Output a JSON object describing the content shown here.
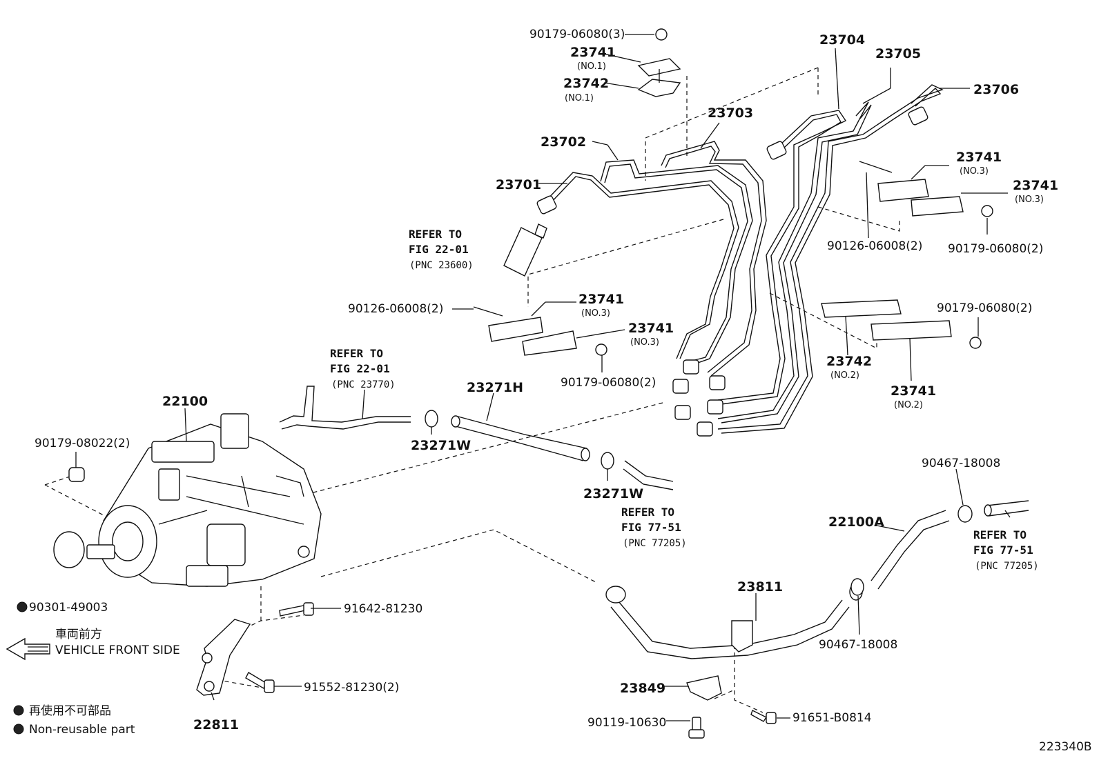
{
  "diagram": {
    "ref_code": "223340B",
    "front_direction": {
      "jp": "車両前方",
      "en": "VEHICLE FRONT SIDE"
    },
    "legend": {
      "jp": "再使用不可部品",
      "en": "Non-reusable part"
    },
    "parts": {
      "p90179_06080_3": "90179-06080(3)",
      "p23741_no1": "23741",
      "p23741_no1_sub": "(NO.1)",
      "p23742_no1": "23742",
      "p23742_no1_sub": "(NO.1)",
      "p23704": "23704",
      "p23705": "23705",
      "p23706": "23706",
      "p23703": "23703",
      "p23702": "23702",
      "p23701": "23701",
      "p23741_no3a": "23741",
      "p23741_no3a_sub": "(NO.3)",
      "p23741_no3b": "23741",
      "p23741_no3b_sub": "(NO.3)",
      "p90126_06008_right": "90126-06008(2)",
      "p90179_06080_right1": "90179-06080(2)",
      "p90126_06008_left": "90126-06008(2)",
      "p23741_no3c": "23741",
      "p23741_no3c_sub": "(NO.3)",
      "p23741_no3d": "23741",
      "p23741_no3d_sub": "(NO.3)",
      "p90179_06080_mid": "90179-06080(2)",
      "p90179_06080_right2": "90179-06080(2)",
      "p23742_no2": "23742",
      "p23742_no2_sub": "(NO.2)",
      "p23741_no2": "23741",
      "p23741_no2_sub": "(NO.2)",
      "p22100": "22100",
      "p90179_08022": "90179-08022(2)",
      "p23271h": "23271H",
      "p23271w_a": "23271W",
      "p23271w_b": "23271W",
      "p90467_18008_top": "90467-18008",
      "p22100a": "22100A",
      "p23811": "23811",
      "p90467_18008_bottom": "90467-18008",
      "p90301_49003": "90301-49003",
      "p91642_81230": "91642-81230",
      "p91552_81230": "91552-81230(2)",
      "p22811": "22811",
      "p23849": "23849",
      "p91651_b0814": "91651-B0814",
      "p90119_10630": "90119-10630"
    },
    "refs": {
      "r1_l1": "REFER TO",
      "r1_l2": "FIG 22-01",
      "r1_l3": "(PNC 23600)",
      "r2_l1": "REFER TO",
      "r2_l2": "FIG 22-01",
      "r2_l3": "(PNC 23770)",
      "r3_l1": "REFER TO",
      "r3_l2": "FIG 77-51",
      "r3_l3": "(PNC 77205)",
      "r4_l1": "REFER TO",
      "r4_l2": "FIG 77-51",
      "r4_l3": "(PNC 77205)"
    }
  }
}
